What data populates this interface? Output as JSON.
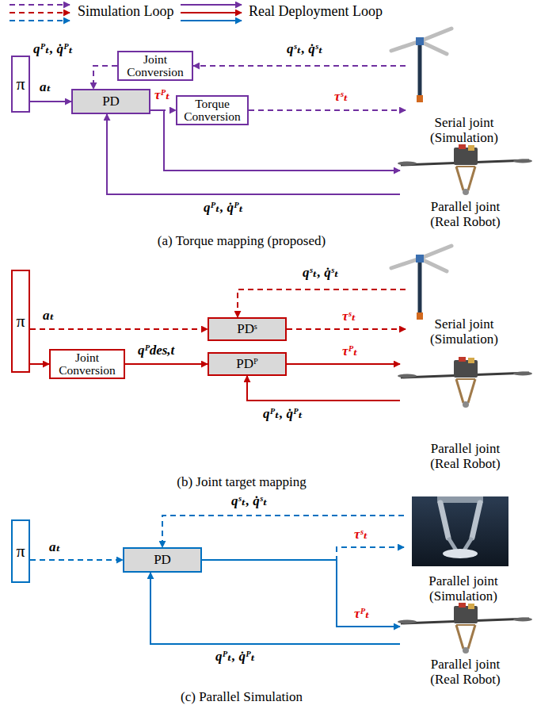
{
  "diagram": {
    "nodes": [
      {
        "text": [
          "π"
        ]
      },
      {
        "text": [
          "PD"
        ]
      },
      {
        "text": [
          "Joint Conversion"
        ]
      },
      {
        "text": [
          "Torque Conversion"
        ]
      },
      {
        "text": [
          "Serial joint (Simulation)"
        ]
      },
      {
        "text": [
          "Parallel joint (Real Robot)"
        ]
      },
      {
        "text": [
          "π"
        ]
      },
      {
        "text": [
          "PDˢ"
        ]
      },
      {
        "text": [
          "Joint Conversion"
        ]
      },
      {
        "text": [
          "PDᴾ"
        ]
      },
      {
        "text": [
          "Serial joint (Simulation)"
        ]
      },
      {
        "text": [
          "Parallel joint (Real Robot)"
        ]
      },
      {
        "text": [
          "π"
        ]
      },
      {
        "text": [
          "PD"
        ]
      },
      {
        "text": [
          "Parallel joint (Simulation)"
        ]
      },
      {
        "text": [
          "Parallel joint (Real Robot)"
        ]
      }
    ],
    "edges": [
      {
        "from": 0,
        "to": 1,
        "arrow": "to",
        "label": "aₜ"
      },
      {
        "from": 4,
        "to": 2,
        "arrow": "to",
        "label": "qˢₜ, q̇ˢₜ"
      },
      {
        "from": 2,
        "to": 1,
        "arrow": "to",
        "label": "qᴾₜ, q̇ᴾₜ"
      },
      {
        "from": 1,
        "to": 3,
        "arrow": "to",
        "label": "τᴾₜ"
      },
      {
        "from": 3,
        "to": 4,
        "arrow": "to",
        "label": "τˢₜ"
      },
      {
        "from": 1,
        "to": 5,
        "arrow": "to"
      },
      {
        "from": 5,
        "to": 1,
        "arrow": "to",
        "label": "qᴾₜ, q̇ᴾₜ"
      },
      {
        "from": 6,
        "to": 7,
        "arrow": "to",
        "label": "aₜ"
      },
      {
        "from": 6,
        "to": 8,
        "arrow": "to"
      },
      {
        "from": 10,
        "to": 7,
        "arrow": "to",
        "label": "qˢₜ, q̇ˢₜ"
      },
      {
        "from": 7,
        "to": 10,
        "arrow": "to",
        "label": "τˢₜ"
      },
      {
        "from": 8,
        "to": 9,
        "arrow": "to",
        "label": "qᴾdes,t"
      },
      {
        "from": 9,
        "to": 11,
        "arrow": "to",
        "label": "τᴾₜ"
      },
      {
        "from": 11,
        "to": 9,
        "arrow": "to",
        "label": "qᴾₜ, q̇ᴾₜ"
      },
      {
        "from": 12,
        "to": 13,
        "arrow": "to",
        "label": "aₜ"
      },
      {
        "from": 14,
        "to": 13,
        "arrow": "to",
        "label": "qˢₜ, q̇ˢₜ"
      },
      {
        "from": 13,
        "to": 14,
        "arrow": "to",
        "label": "τˢₜ"
      },
      {
        "from": 13,
        "to": 15,
        "arrow": "to",
        "label": "τᴾₜ"
      },
      {
        "from": 15,
        "to": 13,
        "arrow": "to",
        "label": "qᴾₜ, q̇ᴾₜ"
      }
    ],
    "labels": [
      "(a) Torque mapping (proposed)",
      "(b) Joint target mapping",
      "(c) Parallel Simulation"
    ],
    "legend": [
      {
        "text": "Simulation Loop"
      },
      {
        "text": "Real Deployment Loop"
      }
    ]
  }
}
